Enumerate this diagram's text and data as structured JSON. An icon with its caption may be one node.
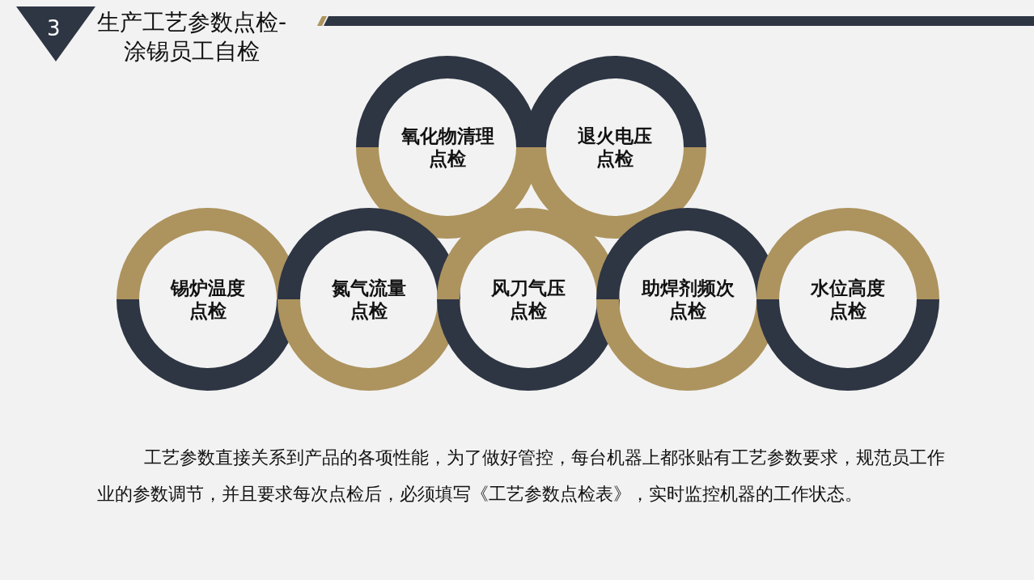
{
  "diagram": {
    "title": "生产工艺参数点检-涂锡员工自检",
    "nodes": [
      {
        "text": [
          "3"
        ]
      },
      {
        "text": [
          "氧化物清理点检"
        ]
      },
      {
        "text": [
          "退火电压点检"
        ]
      },
      {
        "text": [
          "锡炉温度点检"
        ]
      },
      {
        "text": [
          "氮气流量点检"
        ]
      },
      {
        "text": [
          "风刀气压点检"
        ]
      },
      {
        "text": [
          "助焊剂频次点检"
        ]
      },
      {
        "text": [
          "水位高度点检"
        ]
      }
    ],
    "labels": [
      "工艺参数直接关系到产品的各项性能，为了做好管控，每台机器上都张贴有工艺参数要求，规范员工作业的参数调节，并且要求每次点检后，必须填写《工艺参数点检表》，实时监控机器的工作状态。"
    ]
  }
}
